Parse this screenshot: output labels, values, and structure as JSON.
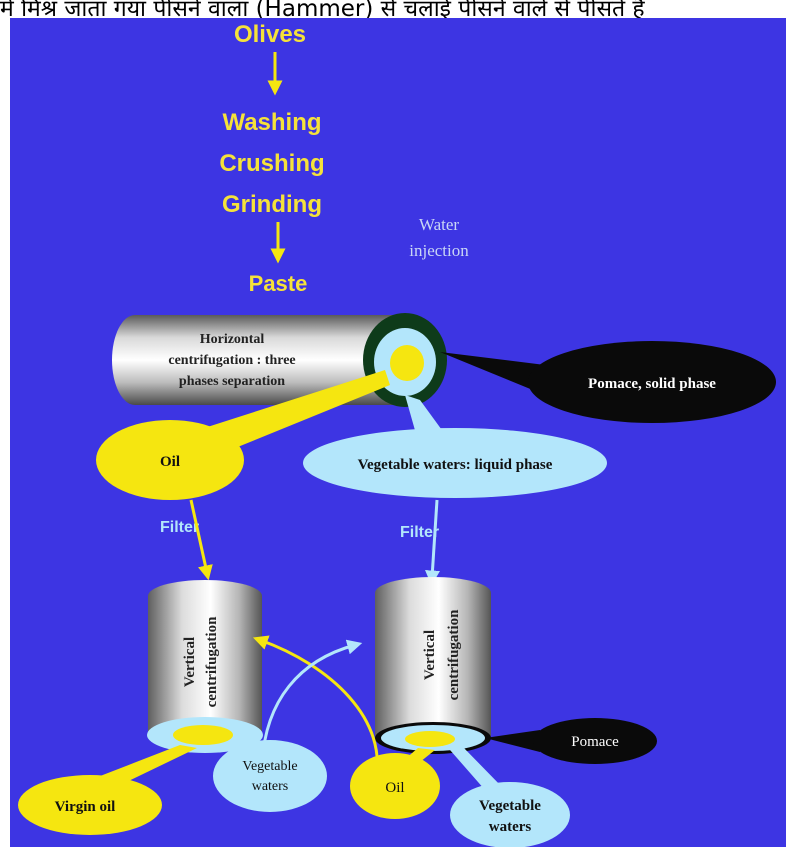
{
  "header_text": "में मिश्र जाता गया पीसने वाला (Hammer) से चलाई पीसने वाले से पीसते हैं",
  "colors": {
    "background": "#3d35e3",
    "flow_text": "#f5e23a",
    "oil": "#f5e610",
    "water": "#b3e6fb",
    "pomace": "#0a0a0a"
  },
  "flow": {
    "step1": "Olives",
    "step2": "Washing",
    "step3": "Crushing",
    "step4": "Grinding",
    "step5": "Paste"
  },
  "water_injection": {
    "line1": "Water",
    "line2": "injection"
  },
  "horizontal_centrifuge": {
    "line1": "Horizontal",
    "line2": "centrifugation : three",
    "line3": "phases separation"
  },
  "outputs": {
    "pomace_solid": "Pomace, solid phase",
    "oil": "Oil",
    "vegetable_waters_liquid": "Vegetable waters: liquid phase"
  },
  "filters": {
    "left": "Filter",
    "right": "Filter"
  },
  "vertical_centrifuges": {
    "left": {
      "line1": "Vertical",
      "line2": "centrifugation"
    },
    "right": {
      "line1": "Vertical",
      "line2": "centrifugation"
    }
  },
  "bottom": {
    "virgin_oil": "Virgin oil",
    "veg_waters_left": {
      "line1": "Vegetable",
      "line2": "waters"
    },
    "oil": "Oil",
    "pomace": "Pomace",
    "veg_waters_right": {
      "line1": "Vegetable",
      "line2": "waters"
    }
  }
}
